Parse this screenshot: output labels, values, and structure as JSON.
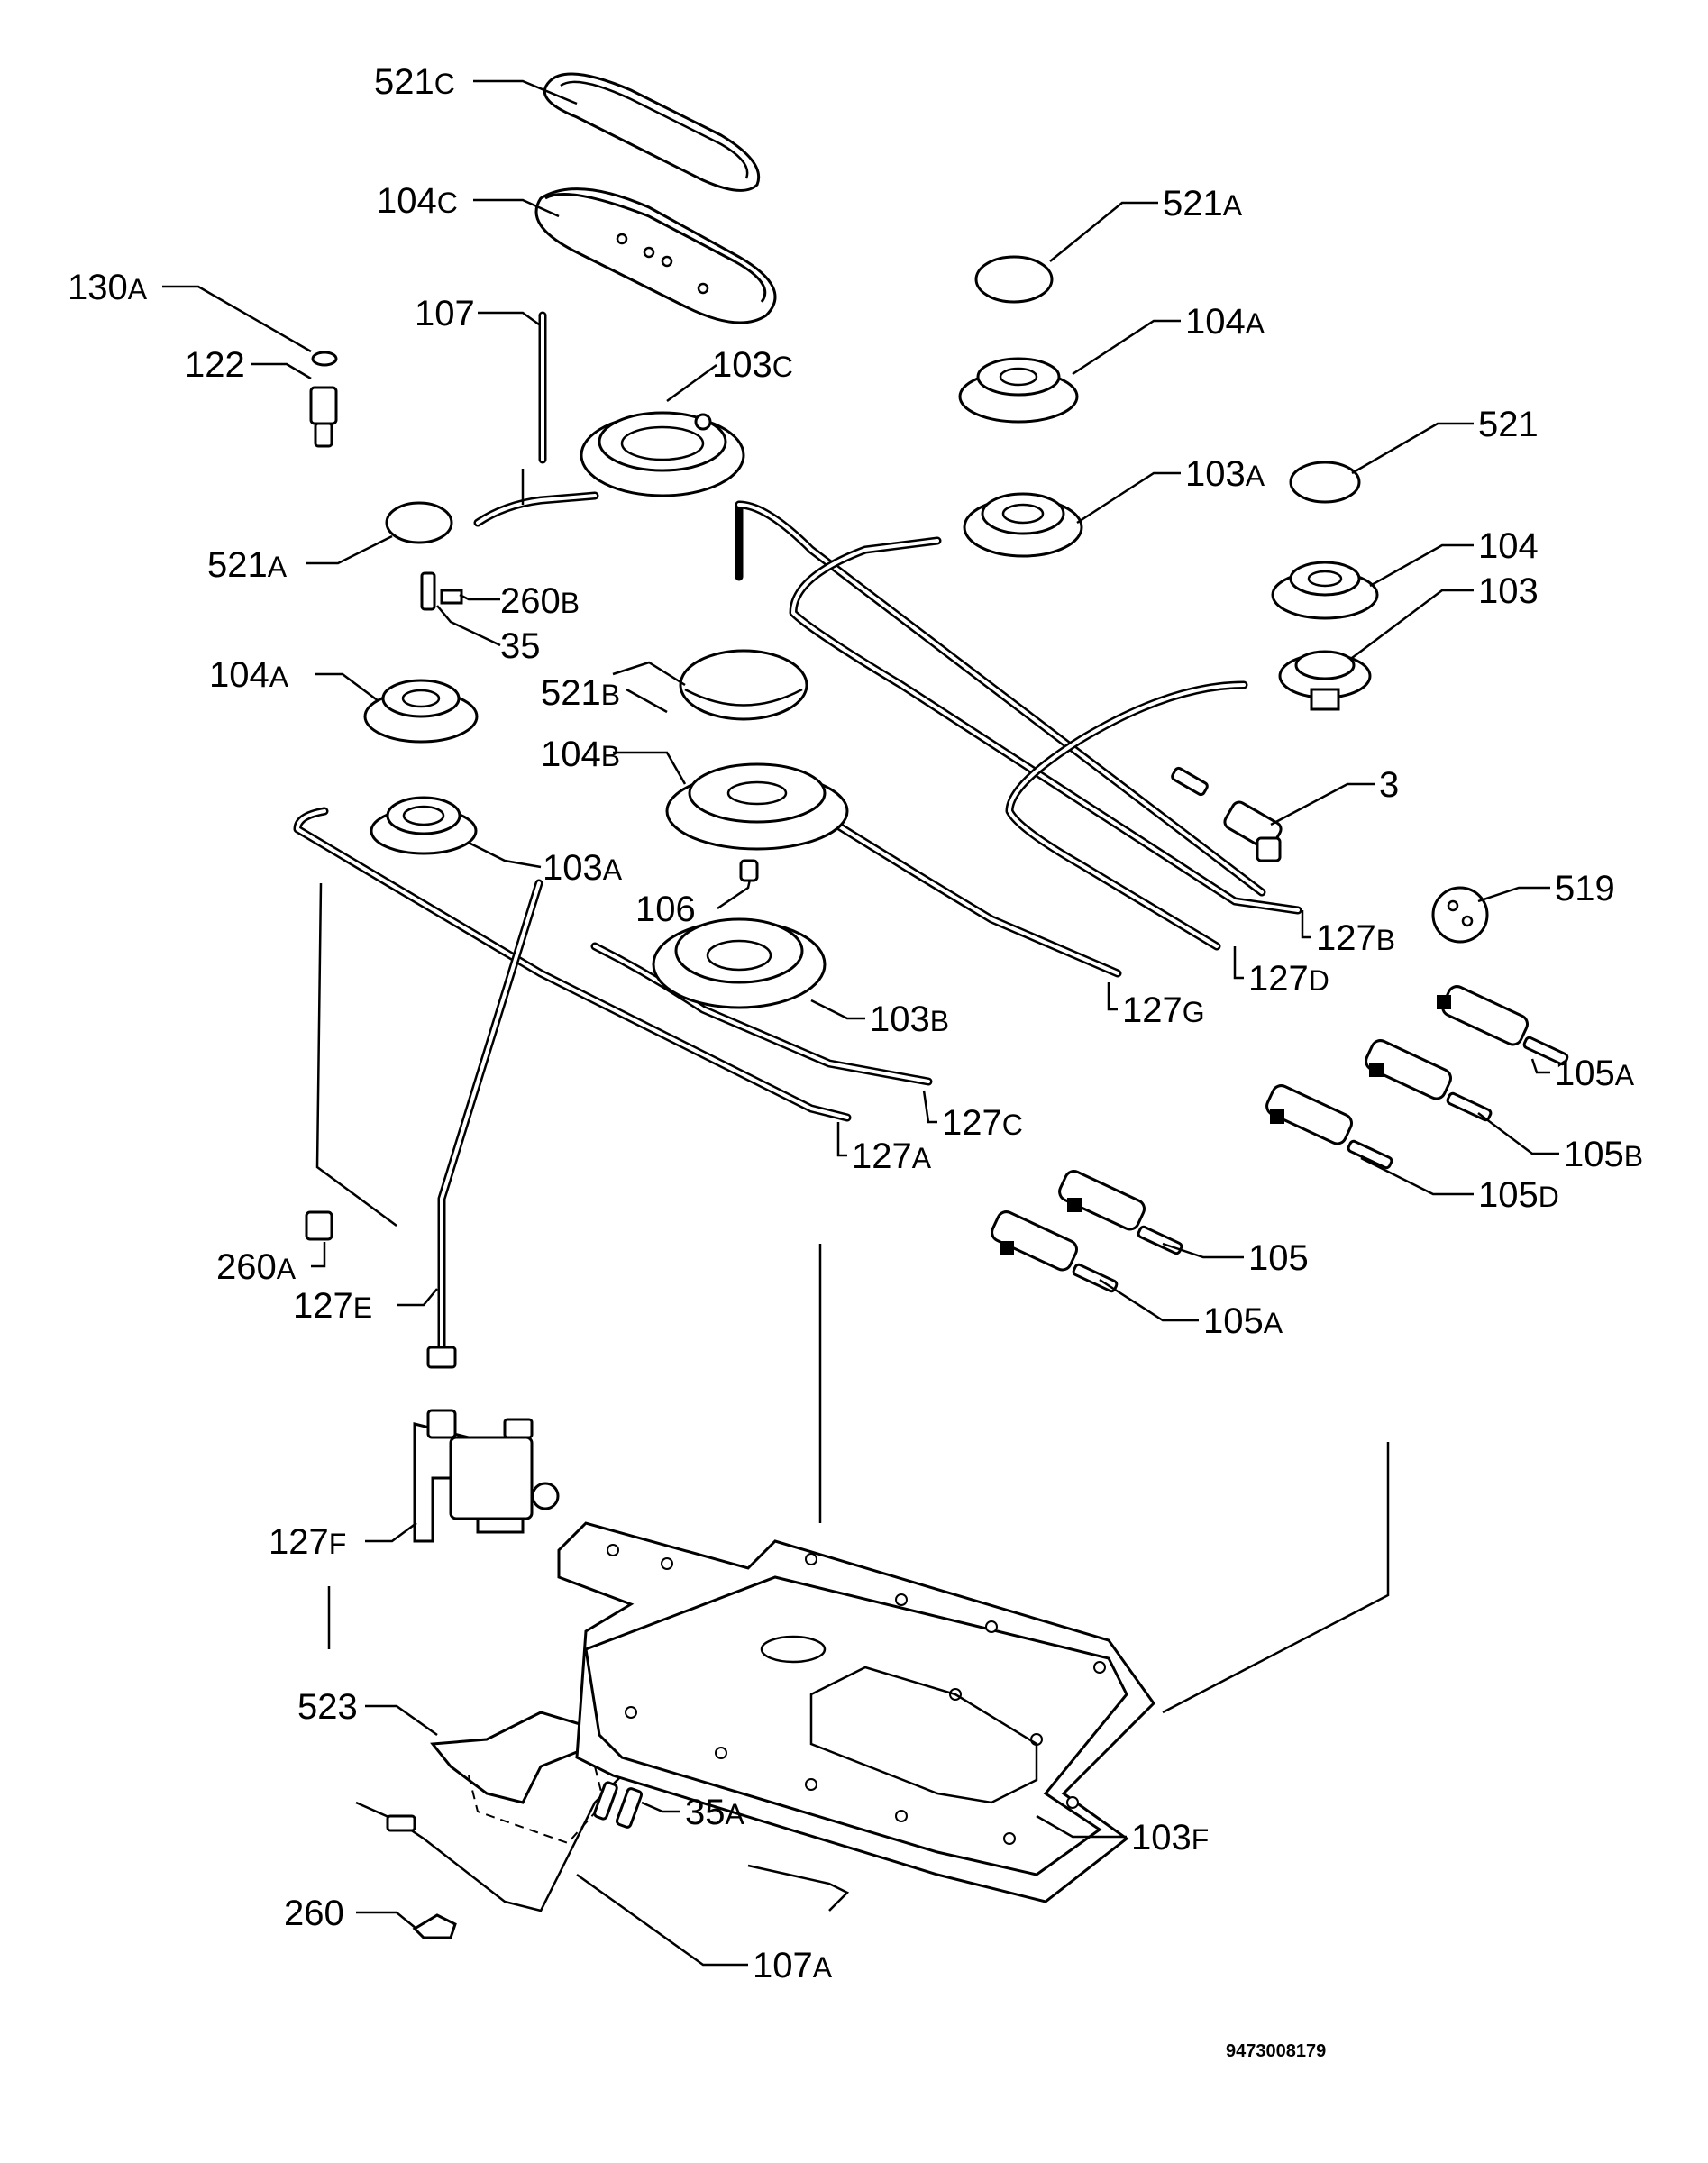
{
  "document_number": "9473008179",
  "labels": [
    {
      "id": "521c",
      "num": "521",
      "suffix": "C"
    },
    {
      "id": "104c",
      "num": "104",
      "suffix": "C"
    },
    {
      "id": "130a",
      "num": "130",
      "suffix": "A"
    },
    {
      "id": "107",
      "num": "107",
      "suffix": ""
    },
    {
      "id": "122",
      "num": "122",
      "suffix": ""
    },
    {
      "id": "103c",
      "num": "103",
      "suffix": "C"
    },
    {
      "id": "521a-left",
      "num": "521",
      "suffix": "A"
    },
    {
      "id": "260b",
      "num": "260",
      "suffix": "B"
    },
    {
      "id": "35",
      "num": "35",
      "suffix": ""
    },
    {
      "id": "104a-left",
      "num": "104",
      "suffix": "A"
    },
    {
      "id": "521b",
      "num": "521",
      "suffix": "B"
    },
    {
      "id": "104b",
      "num": "104",
      "suffix": "B"
    },
    {
      "id": "103a-left",
      "num": "103",
      "suffix": "A"
    },
    {
      "id": "106",
      "num": "106",
      "suffix": ""
    },
    {
      "id": "103b",
      "num": "103",
      "suffix": "B"
    },
    {
      "id": "127c",
      "num": "127",
      "suffix": "C"
    },
    {
      "id": "127a",
      "num": "127",
      "suffix": "A"
    },
    {
      "id": "127g",
      "num": "127",
      "suffix": "G"
    },
    {
      "id": "127d",
      "num": "127",
      "suffix": "D"
    },
    {
      "id": "127b",
      "num": "127",
      "suffix": "B"
    },
    {
      "id": "521a-right",
      "num": "521",
      "suffix": "A"
    },
    {
      "id": "104a-right",
      "num": "104",
      "suffix": "A"
    },
    {
      "id": "521",
      "num": "521",
      "suffix": ""
    },
    {
      "id": "103a-right",
      "num": "103",
      "suffix": "A"
    },
    {
      "id": "104",
      "num": "104",
      "suffix": ""
    },
    {
      "id": "103",
      "num": "103",
      "suffix": ""
    },
    {
      "id": "3",
      "num": "3",
      "suffix": ""
    },
    {
      "id": "519",
      "num": "519",
      "suffix": ""
    },
    {
      "id": "105a-top",
      "num": "105",
      "suffix": "A"
    },
    {
      "id": "105b",
      "num": "105",
      "suffix": "B"
    },
    {
      "id": "105d",
      "num": "105",
      "suffix": "D"
    },
    {
      "id": "105",
      "num": "105",
      "suffix": ""
    },
    {
      "id": "105a-bottom",
      "num": "105",
      "suffix": "A"
    },
    {
      "id": "260a",
      "num": "260",
      "suffix": "A"
    },
    {
      "id": "127e",
      "num": "127",
      "suffix": "E"
    },
    {
      "id": "127f",
      "num": "127",
      "suffix": "F"
    },
    {
      "id": "523",
      "num": "523",
      "suffix": ""
    },
    {
      "id": "35a",
      "num": "35",
      "suffix": "A"
    },
    {
      "id": "103f",
      "num": "103",
      "suffix": "F"
    },
    {
      "id": "260",
      "num": "260",
      "suffix": ""
    },
    {
      "id": "107a",
      "num": "107",
      "suffix": "A"
    }
  ]
}
